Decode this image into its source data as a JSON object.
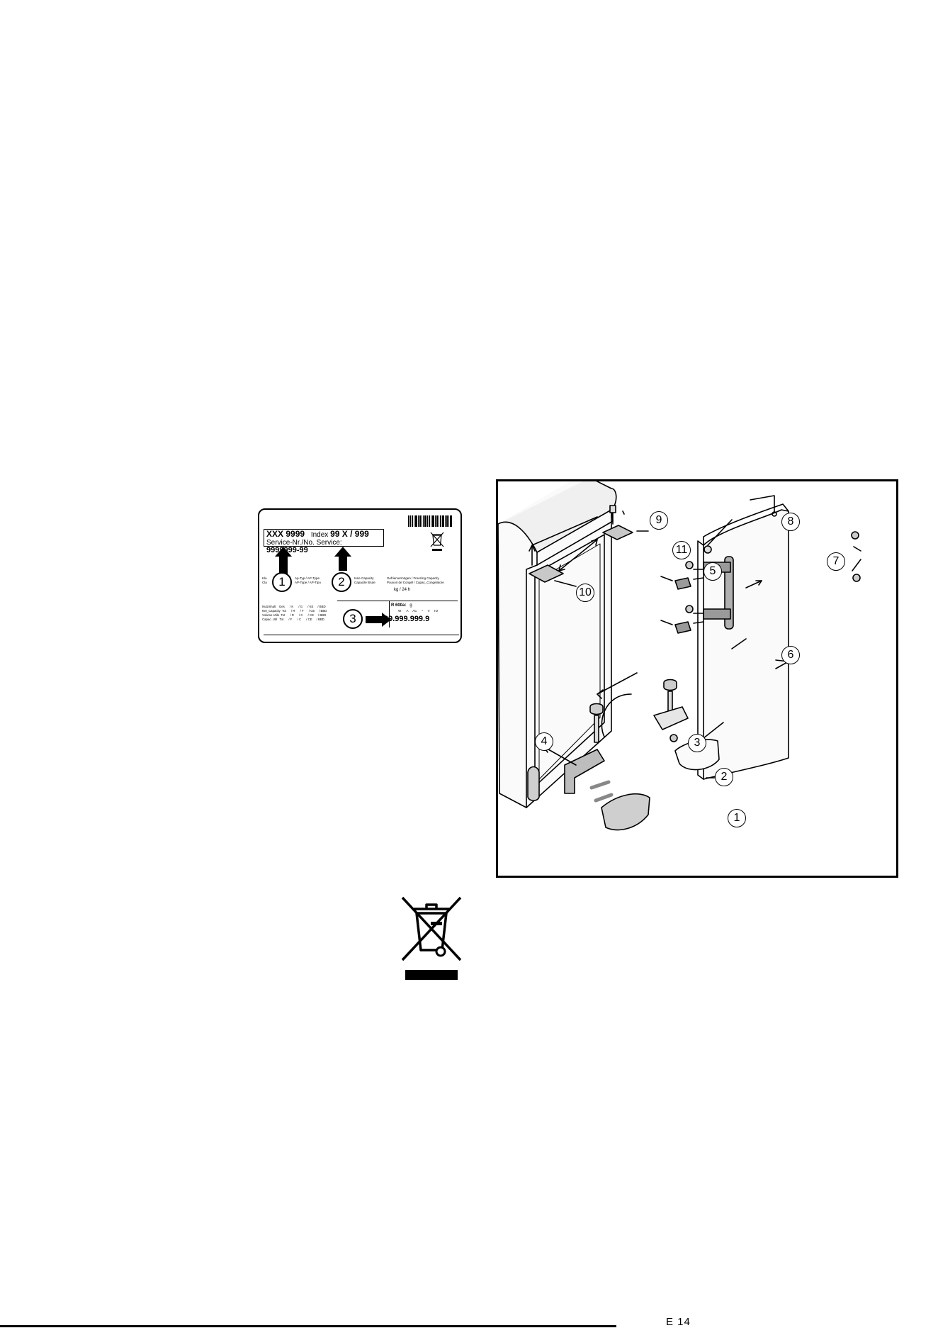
{
  "rating_plate": {
    "model": "XXX 9999",
    "index_label": "Index",
    "index_value": "99 X / 999",
    "service_label": "Service-Nr./No. Service:",
    "service_value": "9999999-99",
    "serial": "99.999.999.9",
    "callouts": [
      "1",
      "2",
      "3"
    ],
    "small_text": {
      "class": "Kla\nCla",
      "type": "Ap-Typ / AP-Type\nAP-Type / AP-Tipo",
      "capacity": "Inne Capacity\nCapacité Brute",
      "freezing": "Gefriervermögen / Freezing Capacity\nPouvoir de Congél / Capac_Congelatore",
      "kg24": "kg / 24 h",
      "left_rows": "Nutzinhalt    Ges      / K      / G      / KE     / BBD\nNet_Capacity  Tot      / R      / F      / CE     / BBD\nVolume Utile  Tot      / R      / C      / CE     / BBD\nCapac. Util   Tot      / F      / C      / CE     / BBD",
      "refrigerant": "R 600a:",
      "refrigerant_val": "g",
      "electric": "W      A     AC     ~     V     Hz"
    }
  },
  "diagram": {
    "labels": [
      "1",
      "2",
      "3",
      "4",
      "5",
      "6",
      "7",
      "8",
      "9",
      "10",
      "11"
    ]
  },
  "footer": {
    "text": "E   14"
  }
}
